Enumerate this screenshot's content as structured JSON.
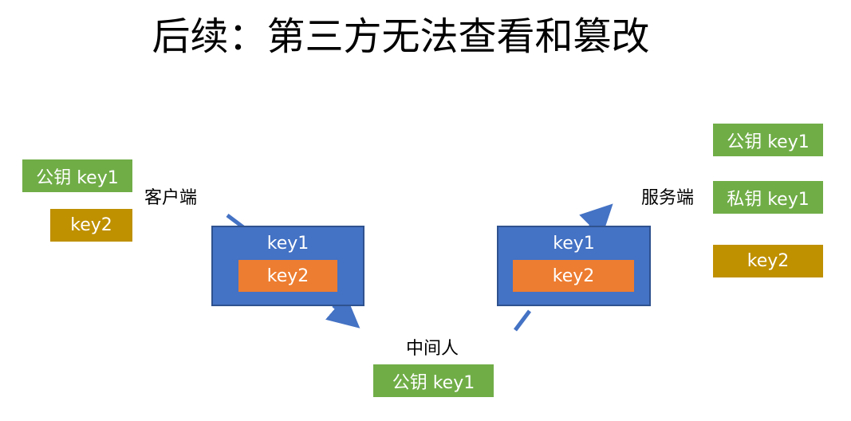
{
  "title": "后续：第三方无法查看和篡改",
  "client": {
    "label": "客户端",
    "public_key": "公钥 key1",
    "key2": "key2"
  },
  "server": {
    "label": "服务端",
    "public_key": "公钥 key1",
    "private_key": "私钥 key1",
    "key2": "key2"
  },
  "middleman": {
    "label": "中间人",
    "public_key": "公钥 key1"
  },
  "packet_left": {
    "outer": "key1",
    "inner": "key2"
  },
  "packet_right": {
    "outer": "key1",
    "inner": "key2"
  },
  "colors": {
    "green": "#70ad47",
    "gold": "#bf9000",
    "orange": "#ed7d31",
    "blue": "#4472c4",
    "arrow": "#4472c4"
  }
}
